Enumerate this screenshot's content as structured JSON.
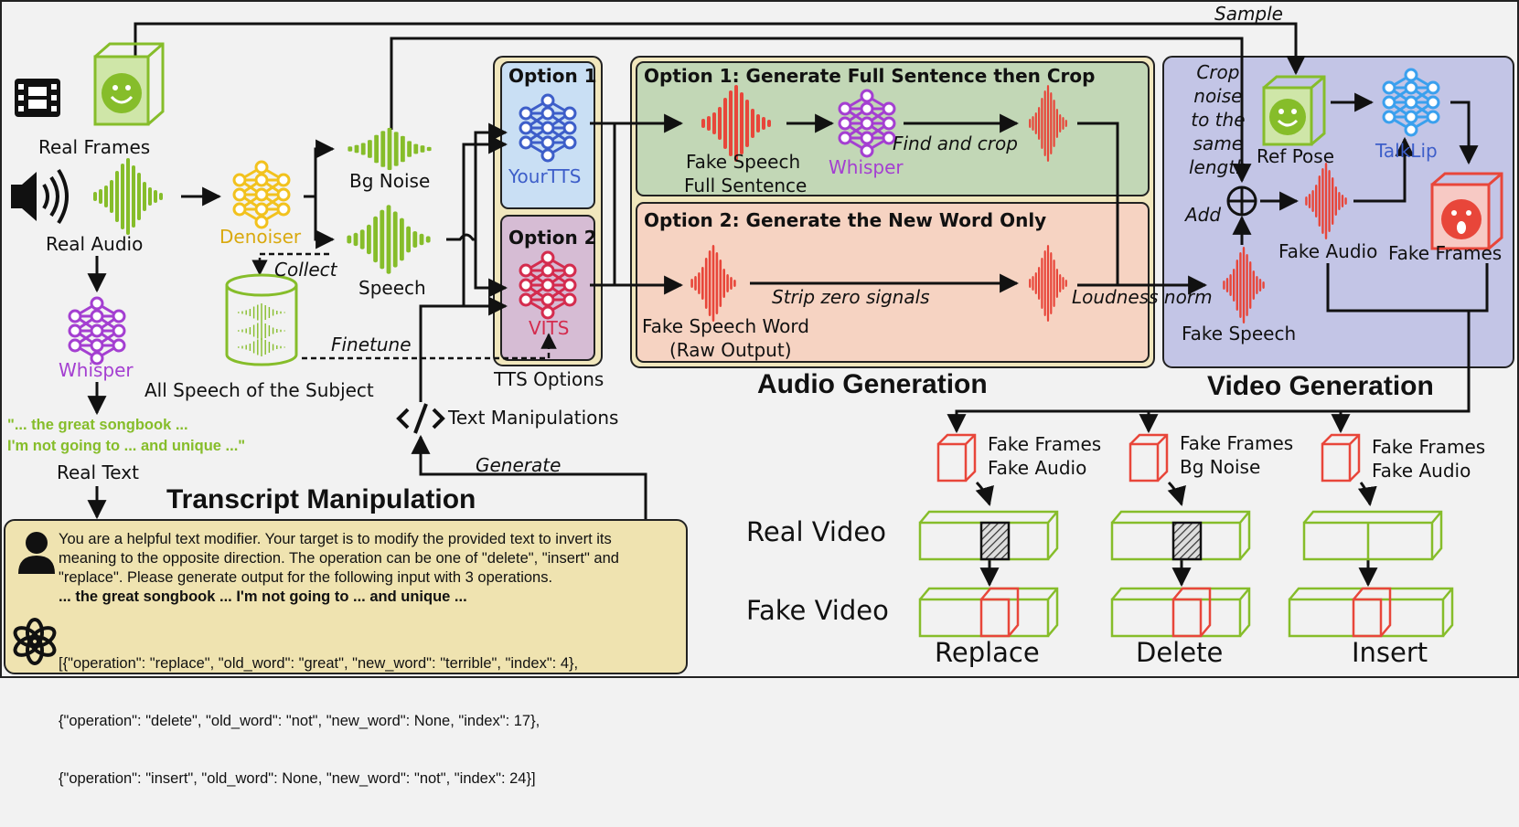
{
  "sources": {
    "real_frames": "Real Frames",
    "real_audio": "Real Audio",
    "denoiser": "Denoiser",
    "bg_noise": "Bg Noise",
    "speech": "Speech",
    "collect": "Collect",
    "all_speech": "All Speech of the Subject",
    "finetune": "Finetune",
    "whisper": "Whisper",
    "transcript_line1": "\"... the great songbook ...",
    "transcript_line2": "I'm not going to ... and unique ...\"",
    "real_text": "Real Text"
  },
  "tts": {
    "option1_title": "Option 1",
    "option1_model": "YourTTS",
    "option2_title": "Option 2",
    "option2_model": "VITS",
    "label": "TTS Options",
    "text_manipulations": "Text Manipulations",
    "generate": "Generate"
  },
  "audio_generation": {
    "title": "Audio Generation",
    "option1_title": "Option 1: Generate Full Sentence then Crop",
    "fake_speech_full_1": "Fake Speech",
    "fake_speech_full_2": "Full Sentence",
    "whisper": "Whisper",
    "find_crop": "Find and crop",
    "option2_title": "Option 2: Generate the New Word Only",
    "fake_word_1": "Fake Speech Word",
    "fake_word_2": "(Raw Output)",
    "strip": "Strip zero signals",
    "loudness": "Loudness norm"
  },
  "video_generation": {
    "title": "Video Generation",
    "sample": "Sample",
    "crop_noise": [
      "Crop",
      "noise",
      "to the",
      "same",
      "length"
    ],
    "add": "Add",
    "ref_pose": "Ref Pose",
    "talklip": "TalkLip",
    "fake_audio": "Fake Audio",
    "fake_frames": "Fake Frames",
    "fake_speech": "Fake Speech"
  },
  "manipulation": {
    "real_video": "Real Video",
    "fake_video": "Fake Video",
    "cases": [
      {
        "name": "Replace",
        "line1": "Fake Frames",
        "line2": "Fake Audio"
      },
      {
        "name": "Delete",
        "line1": "Fake Frames",
        "line2": "Bg Noise"
      },
      {
        "name": "Insert",
        "line1": "Fake Frames",
        "line2": "Fake Audio"
      }
    ]
  },
  "transcript": {
    "title": "Transcript Manipulation",
    "prompt_lines": [
      "You are a helpful text modifier. Your target is to modify the provided text to invert its",
      "meaning to the opposite direction. The operation can be one of \"delete\", \"insert\" and",
      "\"replace\". Please generate output for the following input with 3 operations."
    ],
    "input_line": "... the great songbook ... I'm not going to ... and unique ...",
    "output_lines": [
      "[{\"operation\": \"replace\", \"old_word\": \"great\", \"new_word\": \"terrible\", \"index\": 4},",
      " {\"operation\": \"delete\", \"old_word\": \"not\", \"new_word\": None, \"index\": 17},",
      " {\"operation\": \"insert\", \"old_word\": None, \"new_word\": \"not\", \"index\": 24}]"
    ]
  },
  "colors": {
    "green": "#86bd2a",
    "red": "#e8463a",
    "blue_net": "#3d5ec9",
    "purple": "#a43fd1",
    "yellow_net": "#f2c21e",
    "talklip_blue": "#3aa0ee",
    "option1_bg": "#c9dff4",
    "option2_bg": "#d6bcd4",
    "green_panel": "#c2d7b6",
    "orange_panel": "#f6d3c2",
    "video_panel": "#c3c5e6",
    "prompt_bg": "#efe3b0"
  }
}
